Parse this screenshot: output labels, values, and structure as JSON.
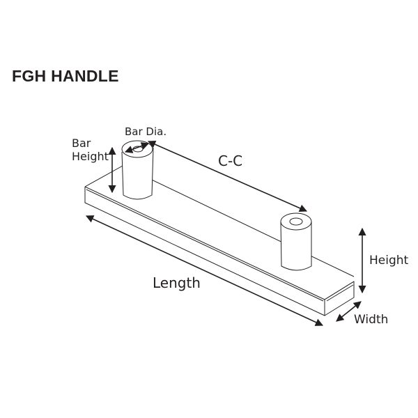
{
  "title": "FGH HANDLE",
  "labels": {
    "bar_height_line1": "Bar",
    "bar_height_line2": "Height",
    "bar_dia": "Bar Dia.",
    "cc": "C-C",
    "length": "Length",
    "height": "Height",
    "width": "Width"
  },
  "colors": {
    "ink": "#231f20",
    "background": "#ffffff"
  }
}
